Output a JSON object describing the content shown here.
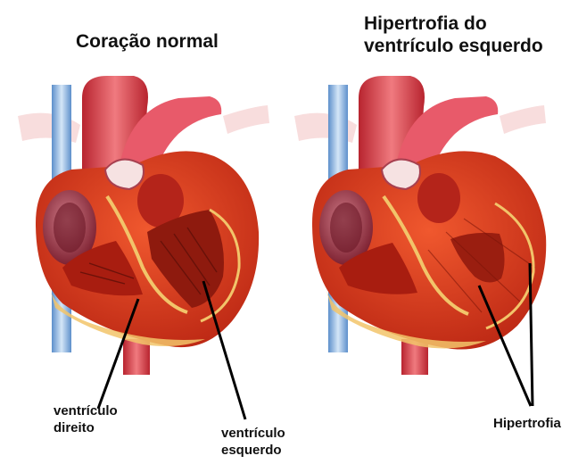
{
  "titles": {
    "left": "Coração normal",
    "right": "Hipertrofia do ventrículo esquerdo"
  },
  "labels": {
    "right_ventricle": "ventrículo direito",
    "left_ventricle": "ventrículo esquerdo",
    "hypertrophy": "Hipertrofia"
  },
  "colors": {
    "myocardium": "#d8361a",
    "muscle_dark": "#a81d10",
    "vessel_red": "#e0484a",
    "vessel_blue": "#8fb8e0",
    "fat_yellow": "#f2c46a",
    "chamber_pink": "#b04a5a",
    "leader_line": "#000000"
  }
}
